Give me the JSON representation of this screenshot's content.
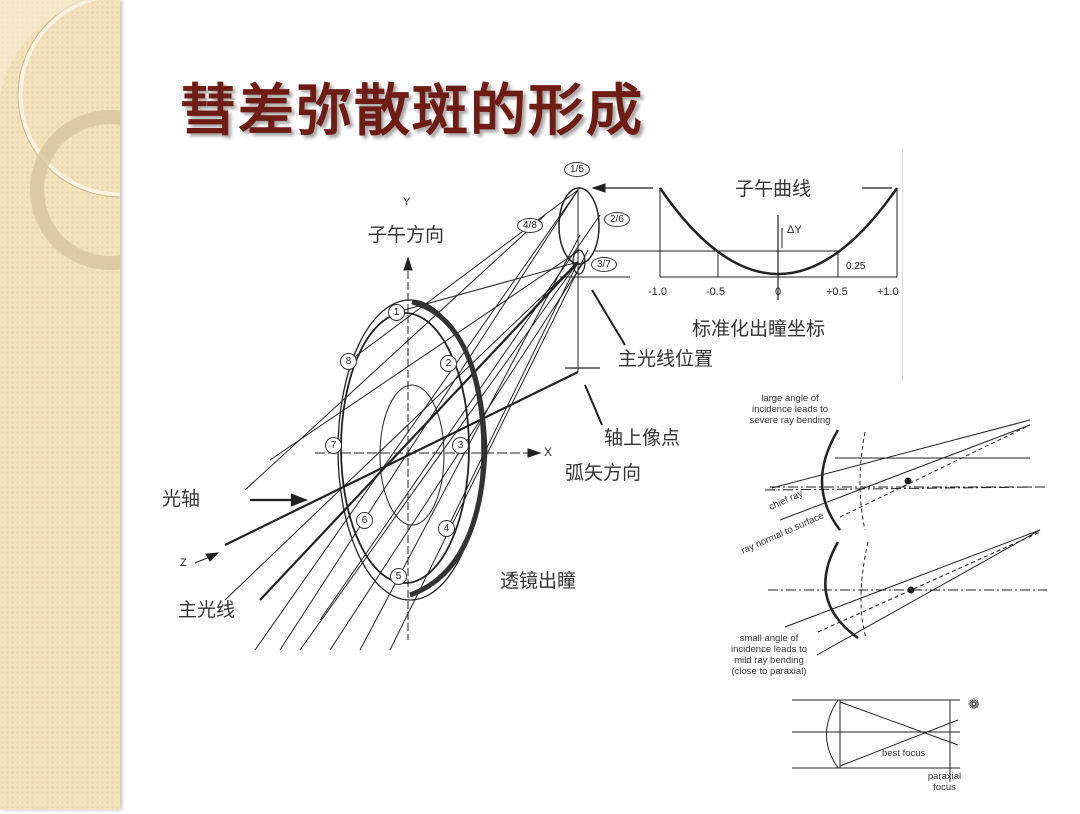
{
  "slide": {
    "title": "彗差弥散斑的形成"
  },
  "coma_diagram": {
    "y_axis": "Y",
    "x_axis": "X",
    "z_axis": "Z",
    "meridional_direction": "子午方向",
    "sagittal_direction": "弧矢方向",
    "optical_axis": "光轴",
    "chief_ray": "主光线",
    "exit_pupil": "透镜出瞳",
    "chief_ray_position": "主光线位置",
    "axial_image_point": "轴上像点",
    "pupil_points": [
      "1",
      "2",
      "3",
      "4",
      "5",
      "6",
      "7",
      "8"
    ],
    "image_points": [
      "1/5",
      "2/6",
      "3/7",
      "4/8"
    ]
  },
  "meridional_curve": {
    "title": "子午曲线",
    "delta_label": "ΔY",
    "value_label": "0.25",
    "x_ticks": [
      "-1.0",
      "-0.5",
      "0",
      "+0.5",
      "+1.0"
    ],
    "x_label": "标准化出瞳坐标"
  },
  "ray_bending": {
    "label_large": "large angle of incidence leads to severe ray bending",
    "chief_ray": "chief ray",
    "ray_normal": "ray normal to surface",
    "label_small": "small angle of incidence leads to mild ray bending (close to paraxial)",
    "best_focus": "best focus",
    "paraxial_focus": "paraxial focus"
  }
}
